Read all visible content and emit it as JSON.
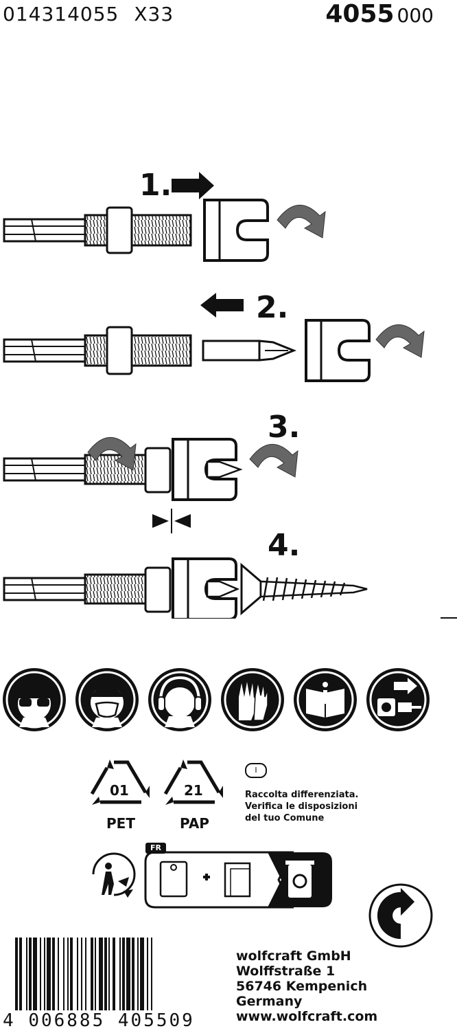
{
  "header": {
    "article_number": "014314055",
    "variant": "X33",
    "product_code_bold": "4055",
    "product_code_suffix": "000"
  },
  "steps": [
    "1.",
    "2.",
    "3.",
    "4."
  ],
  "safety_icons": [
    "safety-goggles-icon",
    "dust-mask-icon",
    "ear-protection-icon",
    "protective-gloves-icon",
    "read-manual-icon",
    "unplug-icon"
  ],
  "recycling": {
    "codes": [
      {
        "number": "01",
        "material": "PET"
      },
      {
        "number": "21",
        "material": "PAP"
      }
    ],
    "language_badge": "I",
    "note_lines": [
      "Raccolta differenziata.",
      "Verifica le disposizioni",
      "del tuo Comune"
    ],
    "triman_badge": "FR"
  },
  "address": {
    "lines": [
      "wolfcraft GmbH",
      "Wolffstraße 1",
      "56746 Kempenich",
      "Germany",
      "www.wolfcraft.com"
    ]
  },
  "barcode": {
    "first_digit": "4",
    "group_left": "006885",
    "group_right": "405509"
  }
}
